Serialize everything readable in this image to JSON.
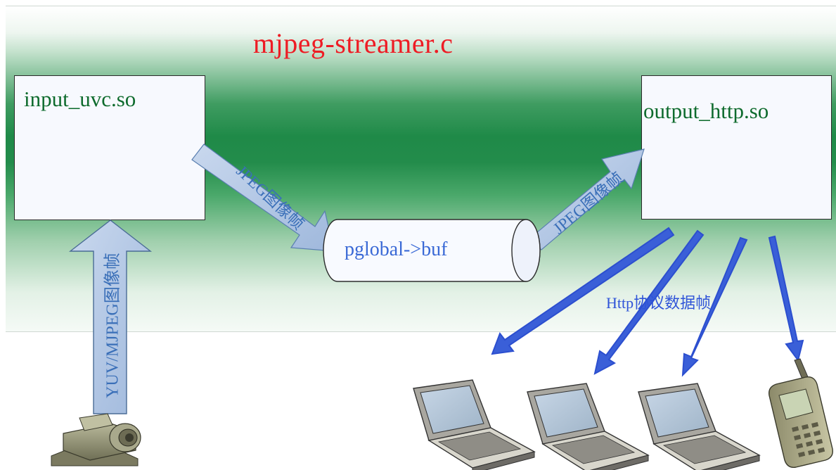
{
  "diagram": {
    "title": "mjpeg-streamer.c",
    "input_module": "input_uvc.so",
    "output_module": "output_http.so",
    "buffer": "pglobal->buf",
    "input_to_buffer_label": "JPEG图像帧",
    "buffer_to_output_label": "JPEG图像帧",
    "camera_to_input_label": "YUV/MJPEG图像帧",
    "output_to_clients_label": "Http协议数据帧",
    "colors": {
      "title": "#ee1c24",
      "module_label": "#0e6b2d",
      "buffer_label": "#3a69d6",
      "client_arrow": "#3a5fd8",
      "frame_arrow": "#a9c0e0"
    },
    "icons": [
      "camera-icon",
      "laptop-icon",
      "laptop-icon",
      "laptop-icon",
      "mobile-phone-icon"
    ]
  }
}
